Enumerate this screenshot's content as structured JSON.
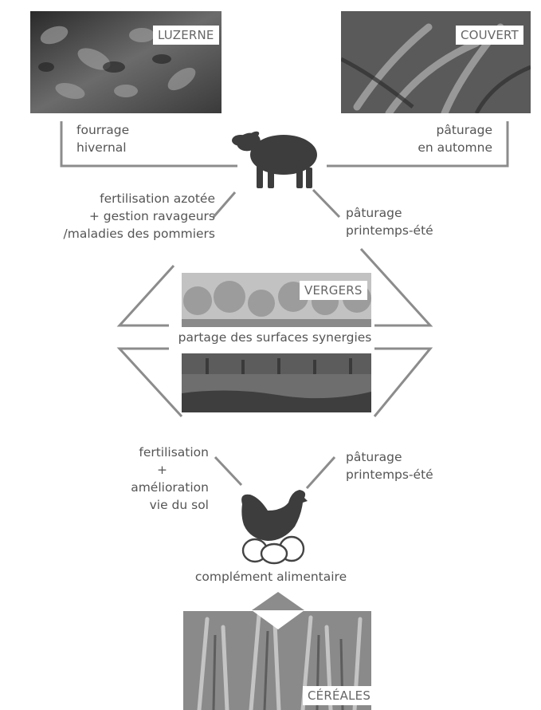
{
  "photos": {
    "luzerne": {
      "label": "LUZERNE"
    },
    "couvert": {
      "label": "COUVERT"
    },
    "vergers": {
      "label": "VERGERS"
    },
    "cereales": {
      "label": "CÉRÉALES"
    }
  },
  "icons": {
    "sheep": "sheep-icon",
    "hen": "hen-icon",
    "eggs": "eggs-icon"
  },
  "labels": {
    "fourrage": [
      "fourrage",
      "hivernal"
    ],
    "paturage_automne": [
      "pâturage",
      "en automne"
    ],
    "fertilisation_azotee": [
      "fertilisation azotée",
      "+ gestion ravageurs",
      "/maladies des pommiers"
    ],
    "paturage_printemps_1": [
      "pâturage",
      "printemps-été"
    ],
    "partage": "partage des surfaces synergies",
    "fertilisation_sol": [
      "fertilisation",
      "+",
      "amélioration",
      "vie du sol"
    ],
    "paturage_printemps_2": [
      "pâturage",
      "printemps-été"
    ],
    "complement": "complément alimentaire"
  },
  "colors": {
    "connector": "#8c8c8c",
    "silhouette": "#3d3d3d",
    "text": "#555555"
  }
}
